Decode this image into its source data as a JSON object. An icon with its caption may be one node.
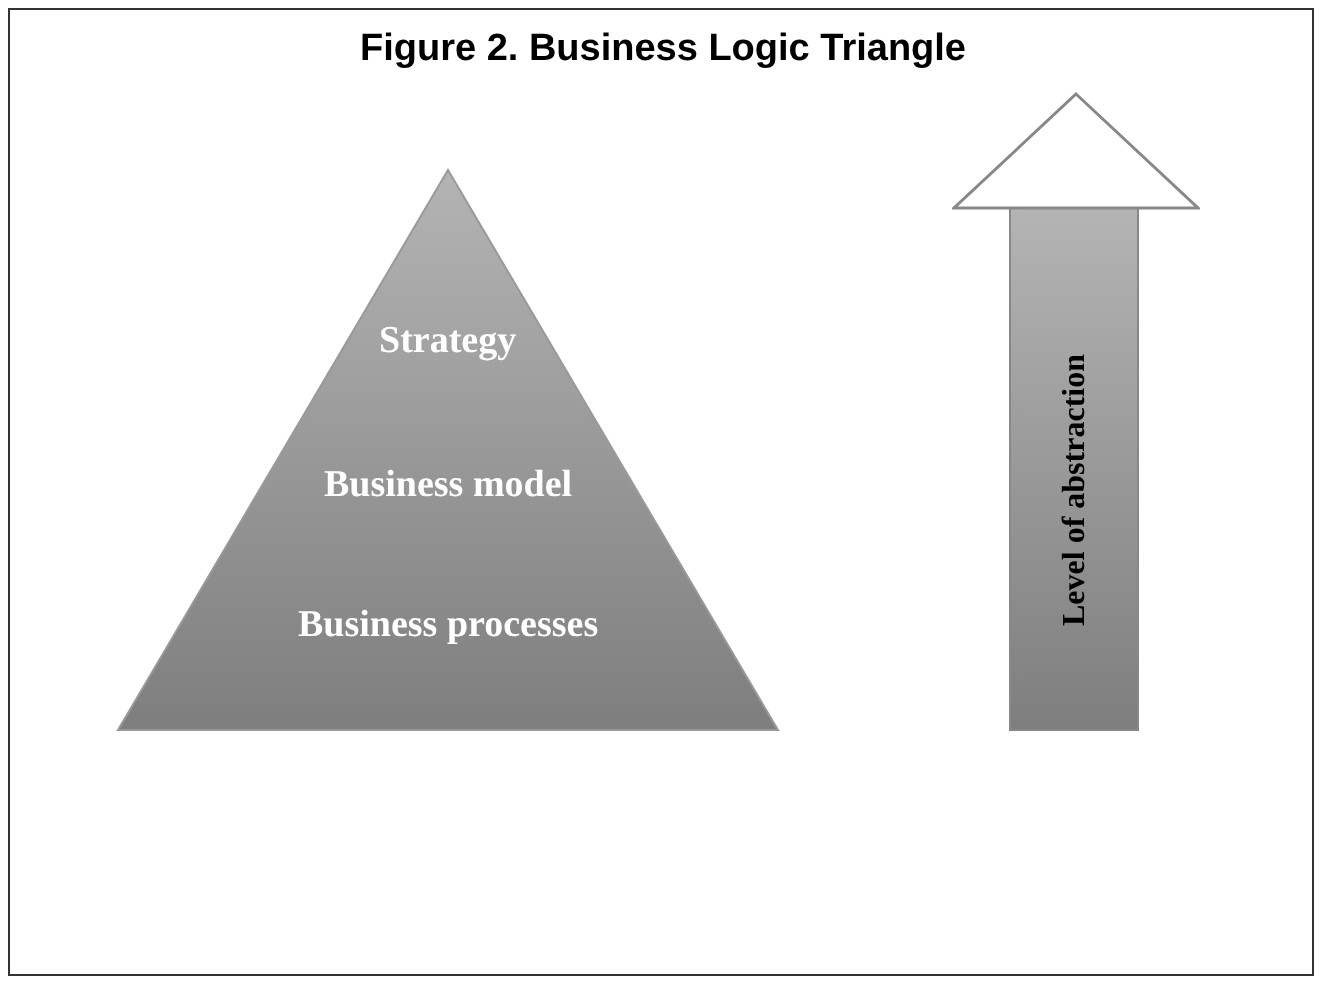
{
  "diagram": {
    "title": "Figure 2. Business Logic Triangle",
    "nodes": [
      {
        "text": [
          "Strategy",
          "Business model",
          "Business processes"
        ]
      },
      {
        "text": [
          "Level of abstraction"
        ]
      }
    ]
  }
}
